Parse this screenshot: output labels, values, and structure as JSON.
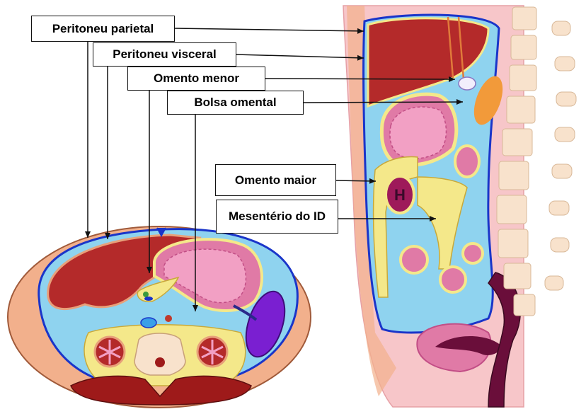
{
  "labels": {
    "peritoneu_parietal": "Peritoneu parietal",
    "peritoneu_visceral": "Peritoneu visceral",
    "omento_menor": "Omento menor",
    "bolsa_omental": "Bolsa omental",
    "omento_maior": "Omento maior",
    "mesenterio_id": "Mesentério do ID"
  },
  "colors": {
    "skin": "#f2b08c",
    "skin_light": "#f7c6c9",
    "peritoneum_line": "#1a35c9",
    "cavity_blue": "#8fd3ef",
    "fat_yellow": "#f4e88a",
    "liver": "#b42a2a",
    "stomach": "#e07aa6",
    "spleen": "#7a1fd1",
    "vertebra": "#f8e2cc",
    "muscle": "#9e1a1a",
    "arrow": "#111111"
  }
}
